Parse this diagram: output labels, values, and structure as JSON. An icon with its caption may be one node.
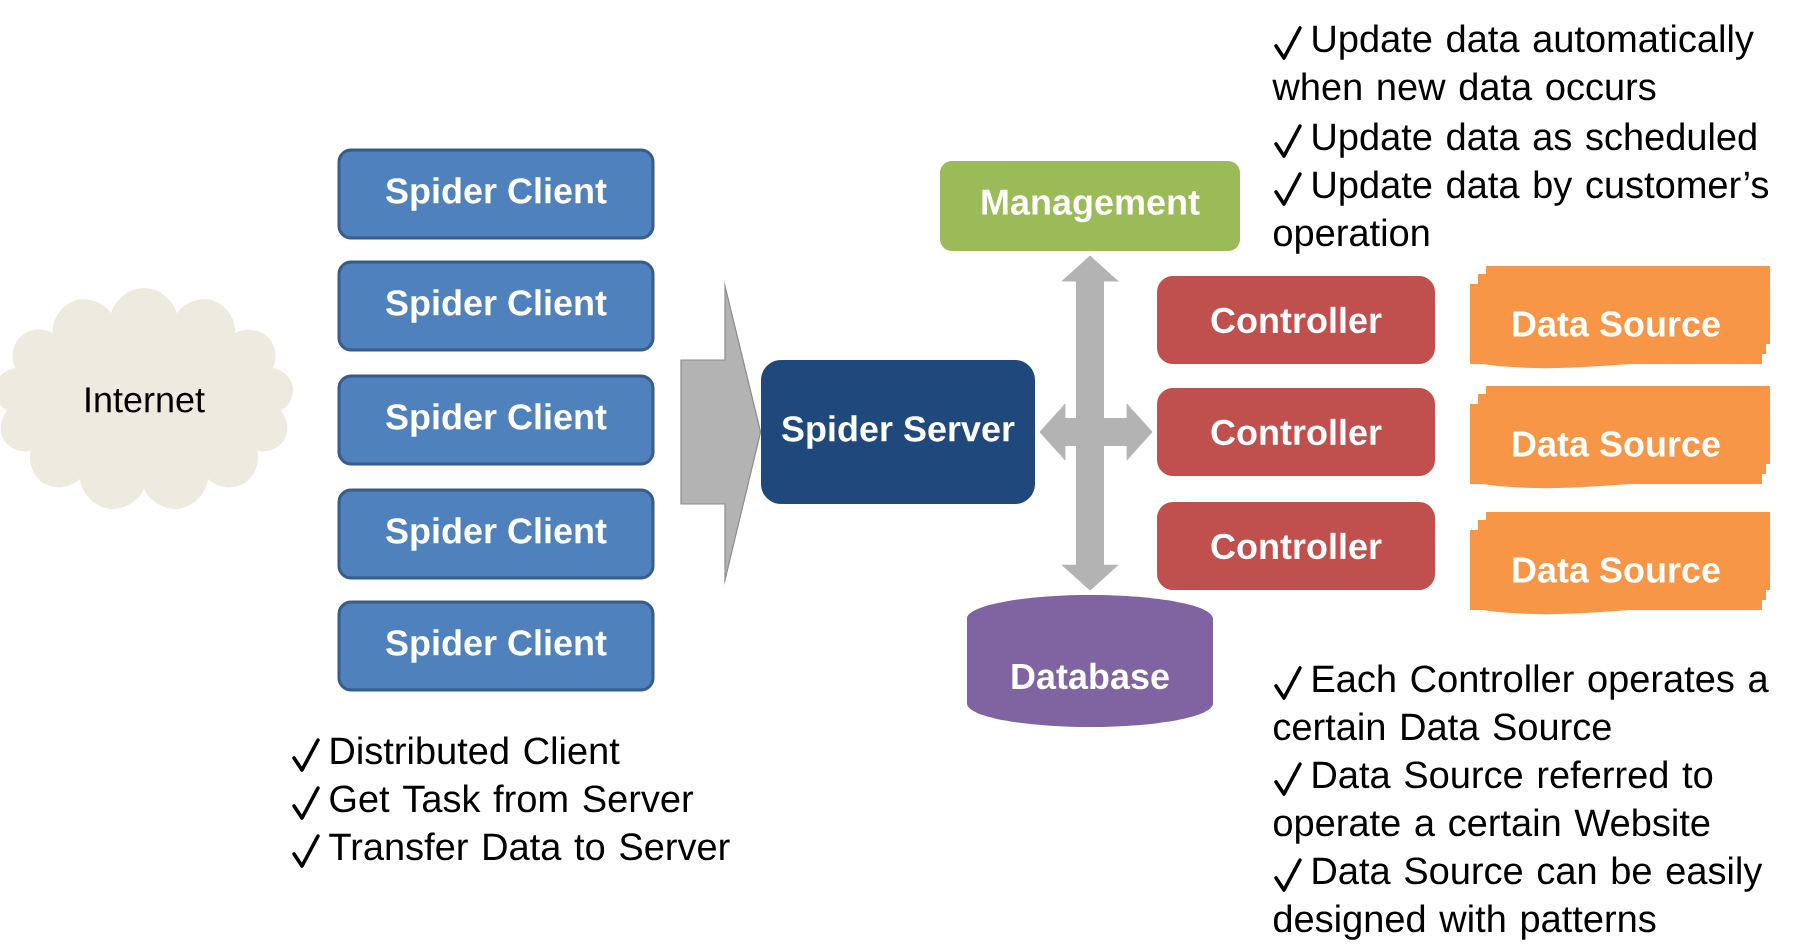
{
  "diagram": {
    "nodes": [
      {
        "text": [
          "Internet"
        ]
      },
      {
        "text": [
          "Spider Client"
        ]
      },
      {
        "text": [
          "Spider Client"
        ]
      },
      {
        "text": [
          "Spider Client"
        ]
      },
      {
        "text": [
          "Spider Client"
        ]
      },
      {
        "text": [
          "Spider Client"
        ]
      },
      {
        "text": [
          "Spider Server"
        ]
      },
      {
        "text": [
          "Management"
        ]
      },
      {
        "text": [
          "Controller"
        ]
      },
      {
        "text": [
          "Controller"
        ]
      },
      {
        "text": [
          "Controller"
        ]
      },
      {
        "text": [
          "Data Source"
        ]
      },
      {
        "text": [
          "Data Source"
        ]
      },
      {
        "text": [
          "Data Source"
        ]
      },
      {
        "text": [
          "Database"
        ]
      }
    ],
    "edges": [
      {
        "from": null,
        "to": 6,
        "arrow": "to"
      },
      {
        "from": 7,
        "to": 14,
        "arrow": "both"
      },
      {
        "from": 6,
        "to": 9,
        "arrow": "both"
      }
    ],
    "labels": [
      "Update data automatically when new data occurs",
      "Update data as scheduled",
      "Update data by customer’s operation",
      "Distributed Client",
      "Get Task from Server",
      "Transfer Data to Server",
      "Each Controller operates a certain Data Source",
      "Data Source referred to operate a certain Website",
      "Data Source can be easily designed with patterns"
    ]
  }
}
